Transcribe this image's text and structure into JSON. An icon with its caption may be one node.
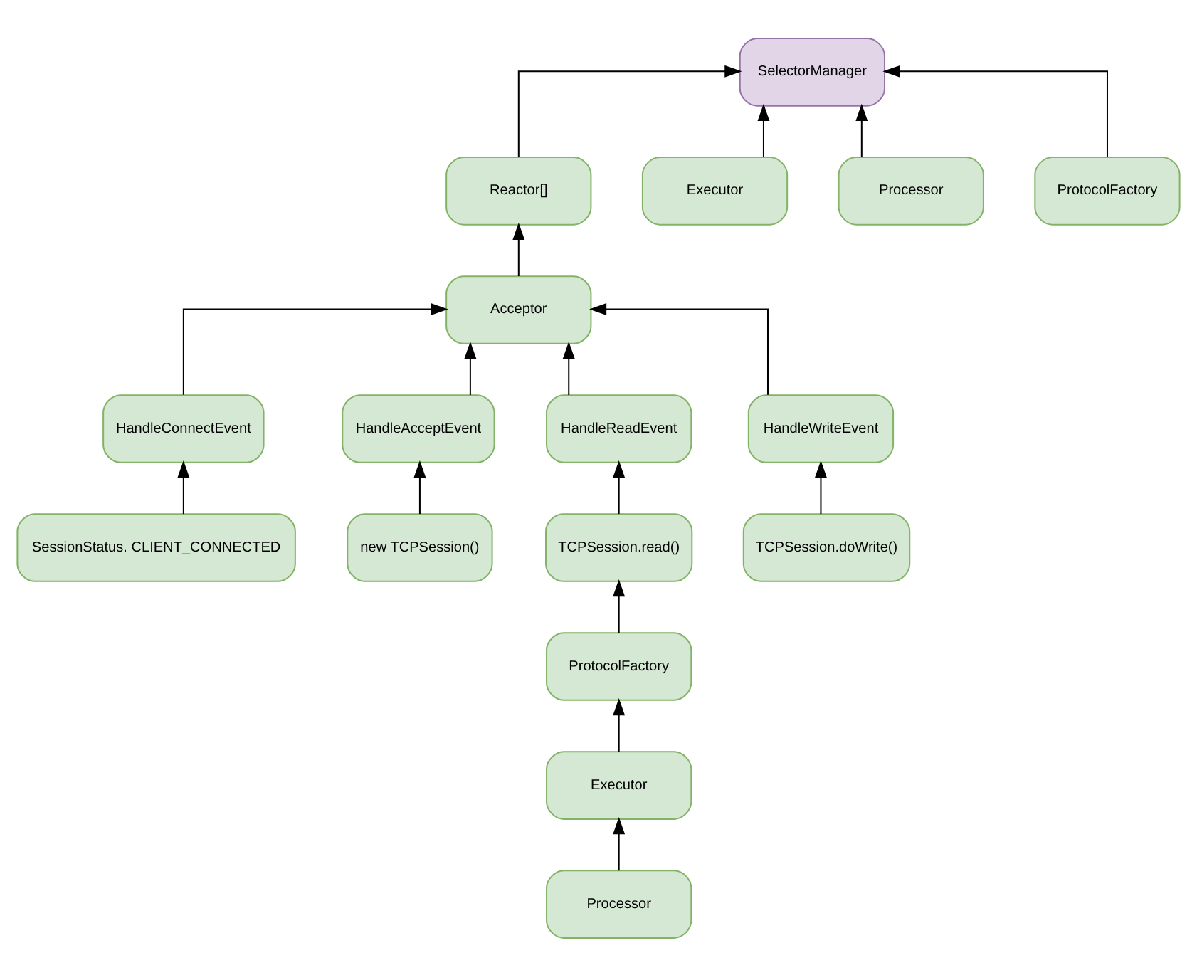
{
  "diagram": {
    "nodes": [
      {
        "text": [
          "SelectorManager"
        ]
      },
      {
        "text": [
          "Reactor[]"
        ]
      },
      {
        "text": [
          "Executor"
        ]
      },
      {
        "text": [
          "Processor"
        ]
      },
      {
        "text": [
          "ProtocolFactory"
        ]
      },
      {
        "text": [
          "Acceptor"
        ]
      },
      {
        "text": [
          "HandleConnectEvent"
        ]
      },
      {
        "text": [
          "HandleAcceptEvent"
        ]
      },
      {
        "text": [
          "HandleReadEvent"
        ]
      },
      {
        "text": [
          "HandleWriteEvent"
        ]
      },
      {
        "text": [
          "SessionStatus. CLIENT_CONNECTED"
        ]
      },
      {
        "text": [
          "new TCPSession()"
        ]
      },
      {
        "text": [
          "TCPSession.read()"
        ]
      },
      {
        "text": [
          "TCPSession.doWrite()"
        ]
      },
      {
        "text": [
          "ProtocolFactory"
        ]
      },
      {
        "text": [
          "Executor"
        ]
      },
      {
        "text": [
          "Processor"
        ]
      }
    ],
    "edges": [
      {
        "from": 1,
        "to": 0,
        "arrow": "to"
      },
      {
        "from": 2,
        "to": 0,
        "arrow": "to"
      },
      {
        "from": 3,
        "to": 0,
        "arrow": "to"
      },
      {
        "from": 4,
        "to": 0,
        "arrow": "to"
      },
      {
        "from": 5,
        "to": 1,
        "arrow": "to"
      },
      {
        "from": 6,
        "to": 5,
        "arrow": "to"
      },
      {
        "from": 7,
        "to": 5,
        "arrow": "to"
      },
      {
        "from": 8,
        "to": 5,
        "arrow": "to"
      },
      {
        "from": 9,
        "to": 5,
        "arrow": "to"
      },
      {
        "from": 10,
        "to": 6,
        "arrow": "to"
      },
      {
        "from": 11,
        "to": 7,
        "arrow": "to"
      },
      {
        "from": 12,
        "to": 8,
        "arrow": "to"
      },
      {
        "from": 13,
        "to": 9,
        "arrow": "to"
      },
      {
        "from": 14,
        "to": 12,
        "arrow": "to"
      },
      {
        "from": 15,
        "to": 14,
        "arrow": "to"
      },
      {
        "from": 16,
        "to": 15,
        "arrow": "to"
      }
    ]
  }
}
